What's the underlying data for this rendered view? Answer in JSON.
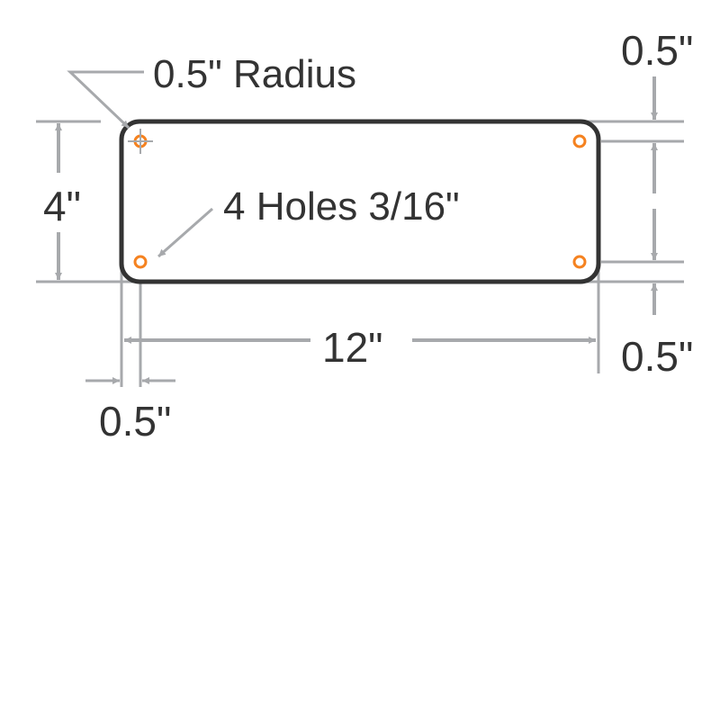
{
  "labels": {
    "radius": "0.5\" Radius",
    "holes": "4 Holes 3/16\"",
    "height": "4\"",
    "width": "12\"",
    "left_hole_offset": "0.5\"",
    "top_hole_offset": "0.5\"",
    "bottom_hole_offset": "0.5\""
  },
  "colors": {
    "dimension": "#a7a9ac",
    "sign_outline": "#333333",
    "hole": "#f58220",
    "text": "#333333"
  }
}
